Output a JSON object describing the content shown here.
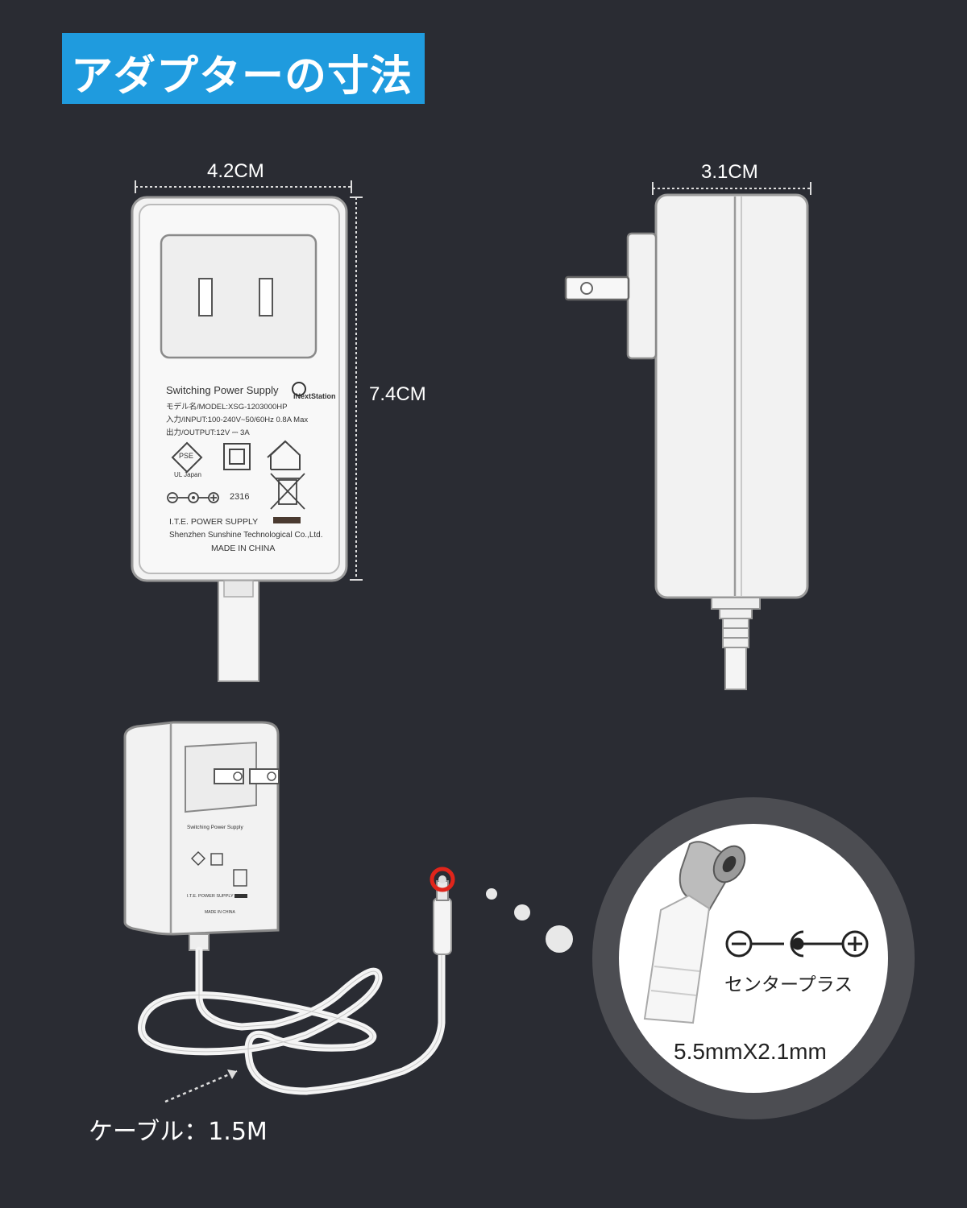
{
  "title": "アダプターの寸法",
  "dimensions": {
    "width_front": "4.2CM",
    "height_front": "7.4CM",
    "depth_side": "3.1CM"
  },
  "label_front": {
    "line1": "Switching Power Supply",
    "line2": "モデル名/MODEL:XSG-1203000HP",
    "line3": "入力/INPUT:100-240V~50/60Hz 0.8A Max",
    "line4": "出力/OUTPUT:12V ⎓ 3A",
    "brand": "iNextStation",
    "pse_text": "PSE",
    "ul_text": "UL Japan",
    "code": "2316",
    "ite": "I.T.E. POWER SUPPLY",
    "maker": "Shenzhen Sunshine Technological Co.,Ltd.",
    "origin": "MADE IN CHINA"
  },
  "label_small": {
    "line1": "Switching Power Supply",
    "ite": "I.T.E. POWER SUPPLY",
    "origin": "MADE IN CHINA"
  },
  "polarity_label": "センタープラス",
  "plug_size": "5.5mmX2.1mm",
  "cable_label": "ケーブル：1.5M",
  "colors": {
    "background": "#2a2c33",
    "accent": "#1f9bde",
    "highlight": "#e0251b"
  }
}
